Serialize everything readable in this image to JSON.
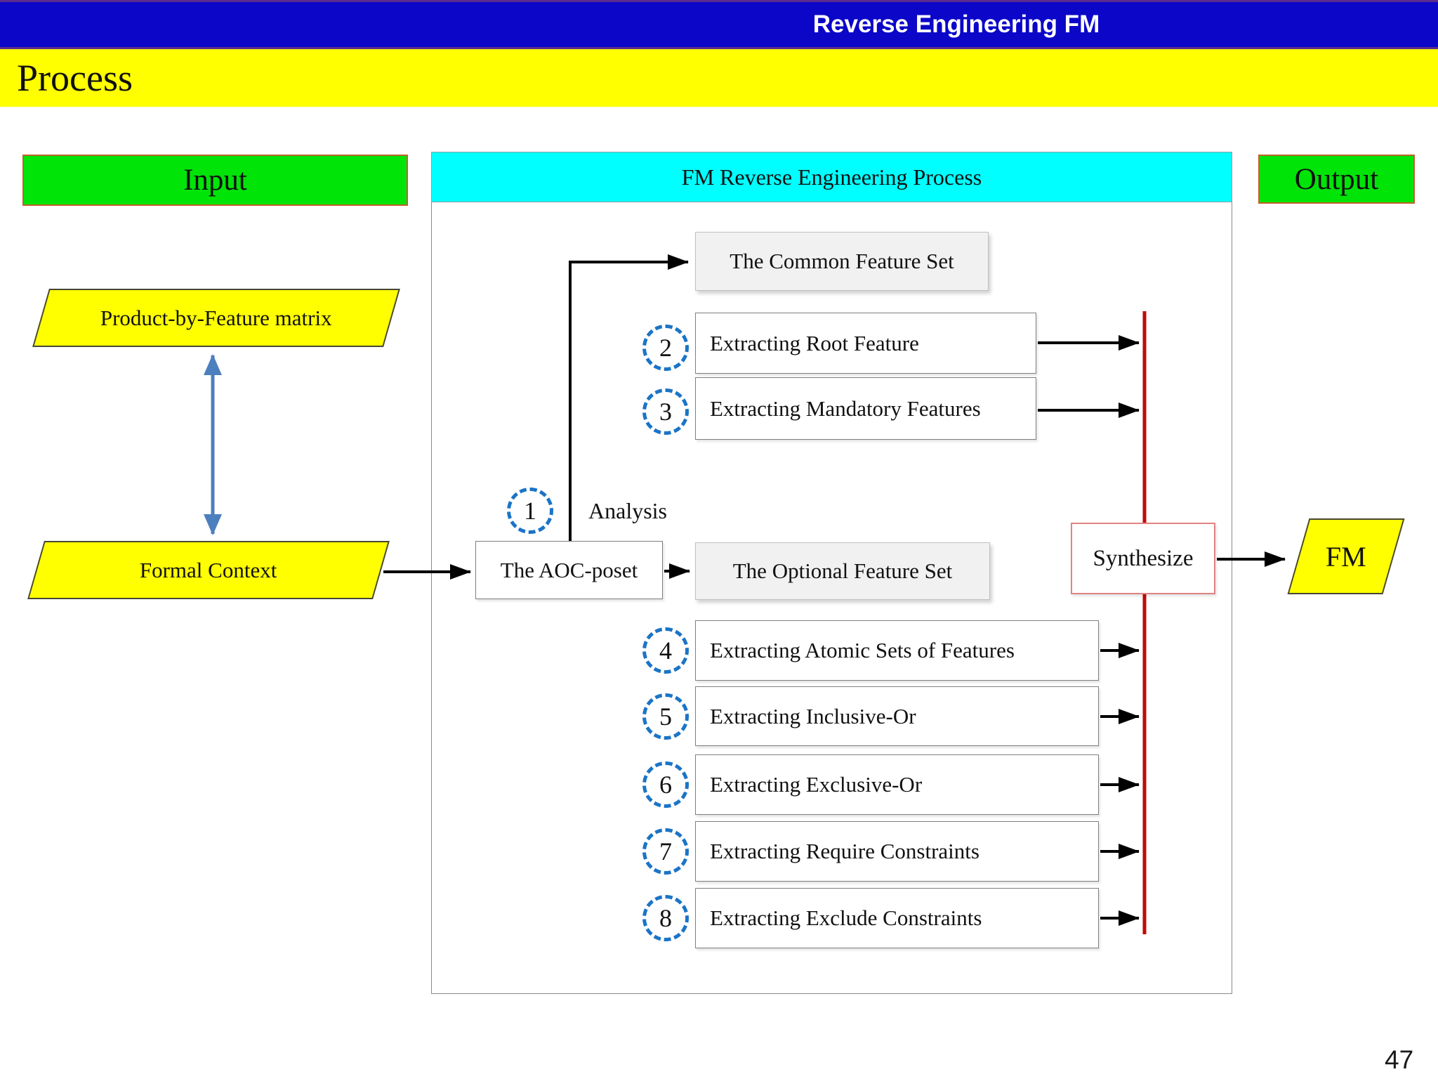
{
  "slide": {
    "title": "Reverse Engineering FM",
    "section_header": "Process",
    "page_number": "47"
  },
  "panel": {
    "input_header": "Input",
    "process_header": "FM Reverse Engineering Process",
    "output_header": "Output"
  },
  "artifacts": {
    "product_by_feature_matrix": "Product-by-Feature matrix",
    "formal_context": "Formal Context",
    "fm": "FM"
  },
  "nodes": {
    "aoc_poset": "The AOC-poset",
    "common_feature_set": "The Common Feature Set",
    "optional_feature_set": "The Optional Feature Set",
    "synthesize": "Synthesize"
  },
  "step1": {
    "num": "1",
    "label": "Analysis"
  },
  "steps": [
    {
      "num": "2",
      "label": "Extracting Root Feature"
    },
    {
      "num": "3",
      "label": "Extracting Mandatory Features"
    },
    {
      "num": "4",
      "label": "Extracting Atomic Sets of Features"
    },
    {
      "num": "5",
      "label": "Extracting Inclusive-Or"
    },
    {
      "num": "6",
      "label": "Extracting Exclusive-Or"
    },
    {
      "num": "7",
      "label": "Extracting Require Constraints"
    },
    {
      "num": "8",
      "label": "Extracting Exclude Constraints"
    }
  ],
  "colors": {
    "title_bar_blue": "#0B06C8",
    "title_bar_border_purple": "#5B2D8E",
    "section_yellow": "#FFFF00",
    "io_green": "#00E408",
    "io_border_orange": "#C0622B",
    "process_cyan": "#00FFFF",
    "artifact_yellow": "#FFFF00",
    "step_badge_blue": "#1B74C6",
    "synthesize_bar_red": "#C00A0A",
    "compare_arrow_blue": "#4C7FBE"
  }
}
